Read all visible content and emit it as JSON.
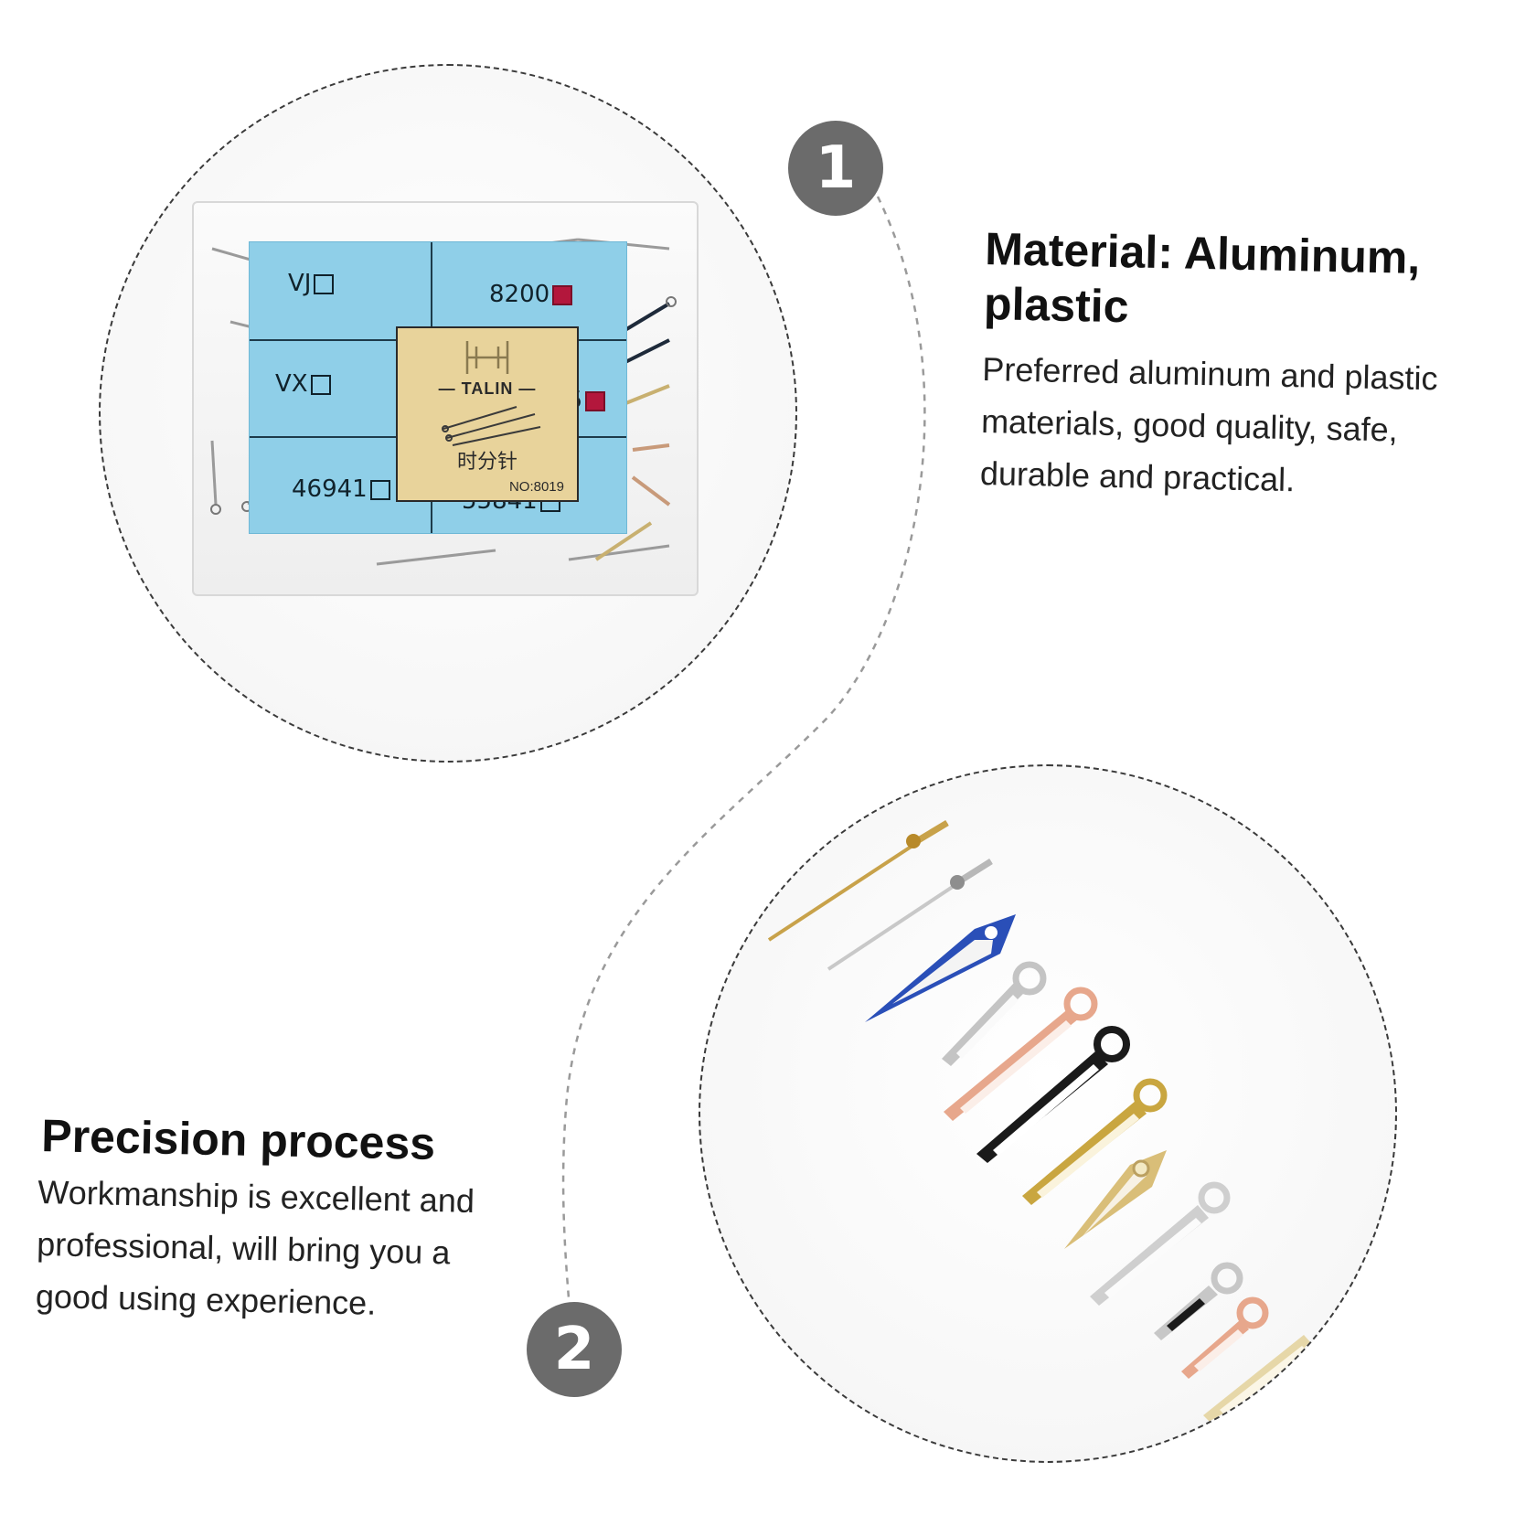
{
  "badges": {
    "one": "1",
    "two": "2"
  },
  "section1": {
    "heading_line1": "Material: Aluminum,",
    "heading_line2": "plastic",
    "body_lines": [
      "Preferred aluminum and plastic",
      "materials, good quality, safe,",
      "durable and practical."
    ]
  },
  "section2": {
    "heading": "Precision process",
    "body_lines": [
      "Workmanship is excellent and",
      "professional, will bring you a",
      "good using experience."
    ]
  },
  "product_box": {
    "brand": "TALIN",
    "chinese_label": "时分针",
    "model_no": "NO:8019",
    "cells": [
      "VJ",
      "8200",
      "VX",
      "8205",
      "46941",
      "55841"
    ]
  },
  "colors": {
    "badge": "#6b6b6b",
    "card_blue": "#8fcfe8",
    "card_gold": "#e8d39b",
    "checkbox_red": "#b3173c"
  }
}
